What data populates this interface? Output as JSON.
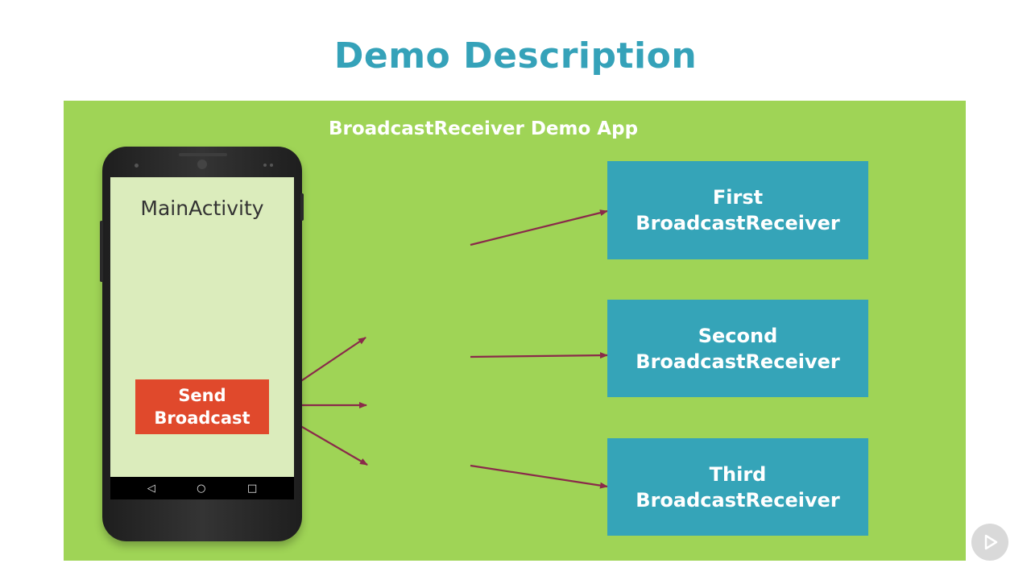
{
  "slide": {
    "title": "Demo Description",
    "panel_title": "BroadcastReceiver Demo App"
  },
  "phone": {
    "activity_name": "MainActivity",
    "send_button": {
      "line1": "Send",
      "line2": "Broadcast"
    },
    "nav_icons": [
      "back-icon",
      "home-icon",
      "recents-icon"
    ]
  },
  "receivers": [
    {
      "line1": "First",
      "line2": "BroadcastReceiver"
    },
    {
      "line1": "Second",
      "line2": "BroadcastReceiver"
    },
    {
      "line1": "Third",
      "line2": "BroadcastReceiver"
    }
  ],
  "colors": {
    "title": "#35a2b9",
    "panel": "#9fd456",
    "screen": "#dbecbc",
    "send_button": "#e0492c",
    "receiver": "#35a4b8",
    "arrow": "#8a2a4a"
  }
}
